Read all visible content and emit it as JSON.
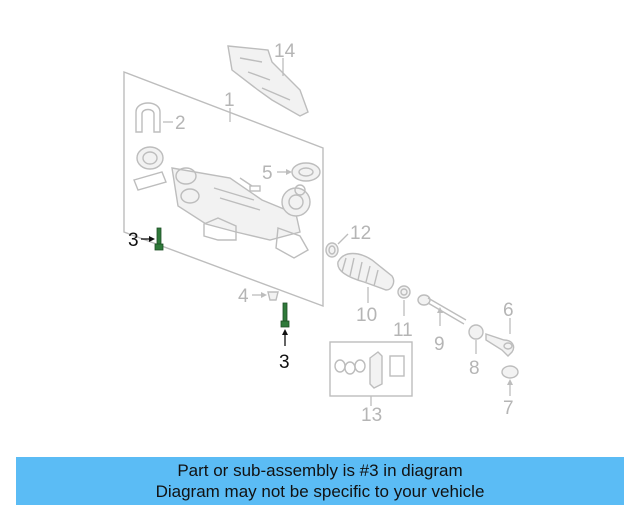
{
  "banner": {
    "line1": "Part or sub-assembly is #3 in diagram",
    "line2": "Diagram may not be specific to your vehicle"
  },
  "callouts": {
    "c1": "1",
    "c2": "2",
    "c3a": "3",
    "c3b": "3",
    "c4": "4",
    "c5": "5",
    "c6": "6",
    "c7": "7",
    "c8": "8",
    "c9": "9",
    "c10": "10",
    "c11": "11",
    "c12": "12",
    "c13": "13",
    "c14": "14"
  },
  "colors": {
    "banner_bg": "#5bbcf5",
    "highlight_part": "#2f7a3a",
    "faded_part": "#bdbdbd"
  }
}
